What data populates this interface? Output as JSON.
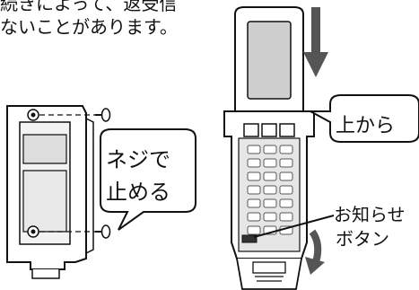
{
  "intro": {
    "line1": "続きによって、返受信",
    "line2": "ないことがあります。"
  },
  "callouts": {
    "top": "上から",
    "screw_line1": "ネジで",
    "screw_line2": "止める"
  },
  "labels": {
    "notice_button_line1": "お知らせ",
    "notice_button_line2": "ボタン"
  },
  "colors": {
    "ink": "#111111",
    "gray_fill": "#d9d9d9",
    "screen_fill": "#cfcfcf"
  }
}
